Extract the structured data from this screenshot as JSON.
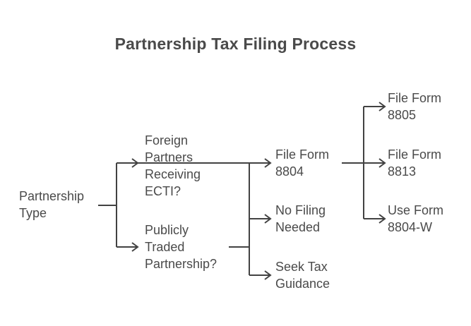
{
  "title": "Partnership Tax Filing Process",
  "colors": {
    "background": "#ffffff",
    "title_text": "#4a4a4a",
    "node_text": "#4a4a4a",
    "connector_line": "#424242"
  },
  "diagram": {
    "type": "flowchart",
    "direction": "left-to-right",
    "nodes": {
      "partnership_type": {
        "label": "Partnership\nType"
      },
      "foreign_partners_ecti": {
        "label": "Foreign\nPartners\nReceiving\nECTI?"
      },
      "publicly_traded_partnership": {
        "label": "Publicly\nTraded\nPartnership?"
      },
      "file_form_8804": {
        "label": "File Form\n8804"
      },
      "no_filing_needed": {
        "label": "No Filing\nNeeded"
      },
      "seek_tax_guidance": {
        "label": "Seek Tax\nGuidance"
      },
      "file_form_8805": {
        "label": "File Form\n8805"
      },
      "file_form_8813": {
        "label": "File Form\n8813"
      },
      "use_form_8804_w": {
        "label": "Use Form\n8804-W"
      }
    },
    "connectors": [
      {
        "from": [
          "partnership_type"
        ],
        "to": [
          "foreign_partners_ecti",
          "publicly_traded_partnership"
        ]
      },
      {
        "from": [
          "foreign_partners_ecti",
          "publicly_traded_partnership"
        ],
        "to": [
          "file_form_8804",
          "no_filing_needed",
          "seek_tax_guidance"
        ]
      },
      {
        "from": [
          "file_form_8804"
        ],
        "to": [
          "file_form_8805",
          "file_form_8813",
          "use_form_8804_w"
        ]
      }
    ]
  }
}
